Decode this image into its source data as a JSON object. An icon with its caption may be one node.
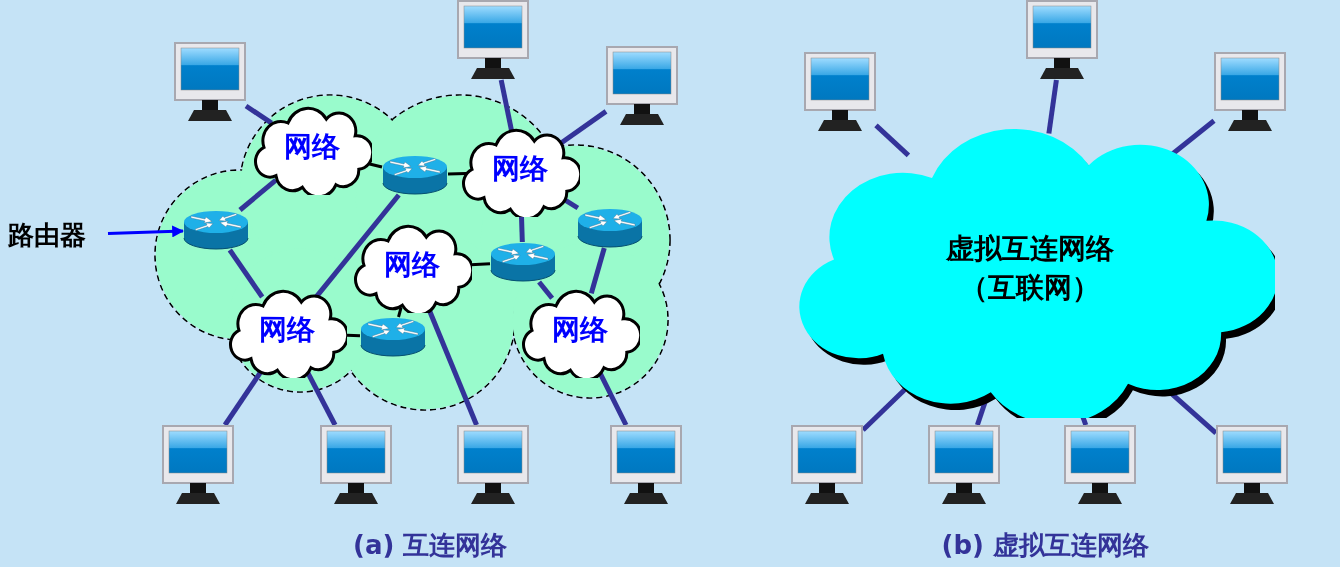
{
  "diagram": {
    "nodes": [
      {
        "text": [],
        "shape": "picture"
      },
      {
        "text": [],
        "shape": "picture"
      },
      {
        "text": [],
        "shape": "picture"
      },
      {
        "text": [
          "网络"
        ]
      },
      {
        "text": [],
        "shape": "picture"
      },
      {
        "text": [
          "网络"
        ]
      },
      {
        "text": [
          "路由器"
        ]
      },
      {
        "text": [],
        "shape": "picture"
      },
      {
        "text": [],
        "shape": "picture"
      },
      {
        "text": [
          "网络"
        ]
      },
      {
        "text": [],
        "shape": "picture"
      },
      {
        "text": [
          "网络"
        ]
      },
      {
        "text": [],
        "shape": "picture"
      },
      {
        "text": [
          "网络"
        ]
      },
      {
        "text": [],
        "shape": "picture"
      },
      {
        "text": [],
        "shape": "picture"
      },
      {
        "text": [],
        "shape": "picture"
      },
      {
        "text": [],
        "shape": "picture"
      },
      {
        "text": [],
        "shape": "picture"
      },
      {
        "text": [],
        "shape": "picture"
      },
      {
        "text": [],
        "shape": "picture"
      },
      {
        "text": [
          "虚拟互连网络（互联网）"
        ]
      },
      {
        "text": [],
        "shape": "picture"
      },
      {
        "text": [],
        "shape": "picture"
      },
      {
        "text": [],
        "shape": "picture"
      },
      {
        "text": [],
        "shape": "picture"
      }
    ],
    "edges": [
      {
        "from": 0,
        "to": 3,
        "arrow": "none"
      },
      {
        "from": 1,
        "to": 5,
        "arrow": "none"
      },
      {
        "from": 2,
        "to": 5,
        "arrow": "none"
      },
      {
        "from": 3,
        "to": 4,
        "arrow": "none",
        "color": "#000000"
      },
      {
        "from": 4,
        "to": 5,
        "arrow": "none",
        "color": "#000000"
      },
      {
        "from": 4,
        "to": 11,
        "arrow": "none"
      },
      {
        "from": 3,
        "to": 7,
        "arrow": "none"
      },
      {
        "from": 7,
        "to": 11,
        "arrow": "none"
      },
      {
        "from": 5,
        "to": 8,
        "arrow": "none"
      },
      {
        "from": 5,
        "to": 10,
        "arrow": "none"
      },
      {
        "from": 10,
        "to": 9,
        "arrow": "none",
        "color": "#000000"
      },
      {
        "from": 10,
        "to": 13,
        "arrow": "none"
      },
      {
        "from": 8,
        "to": 13,
        "arrow": "none"
      },
      {
        "from": 11,
        "to": 12,
        "arrow": "none",
        "color": "#000000"
      },
      {
        "from": 12,
        "to": 9,
        "arrow": "none",
        "color": "#000000"
      },
      {
        "from": 11,
        "to": 14,
        "arrow": "none"
      },
      {
        "from": 11,
        "to": 15,
        "arrow": "none"
      },
      {
        "from": 9,
        "to": 16,
        "arrow": "none"
      },
      {
        "from": 13,
        "to": 17,
        "arrow": "none"
      },
      {
        "from": 6,
        "to": 7,
        "arrow": "to",
        "color": "#0000ff"
      },
      {
        "from": 18,
        "to": 21,
        "arrow": "none"
      },
      {
        "from": 19,
        "to": 21,
        "arrow": "none"
      },
      {
        "from": 20,
        "to": 21,
        "arrow": "none"
      },
      {
        "from": 21,
        "to": 22,
        "arrow": "none"
      },
      {
        "from": 21,
        "to": 23,
        "arrow": "none"
      },
      {
        "from": 21,
        "to": 24,
        "arrow": "none"
      },
      {
        "from": 21,
        "to": 25,
        "arrow": "none"
      }
    ],
    "labels": [
      "(a) 互连网络",
      "(b) 虚拟互连网络"
    ]
  }
}
